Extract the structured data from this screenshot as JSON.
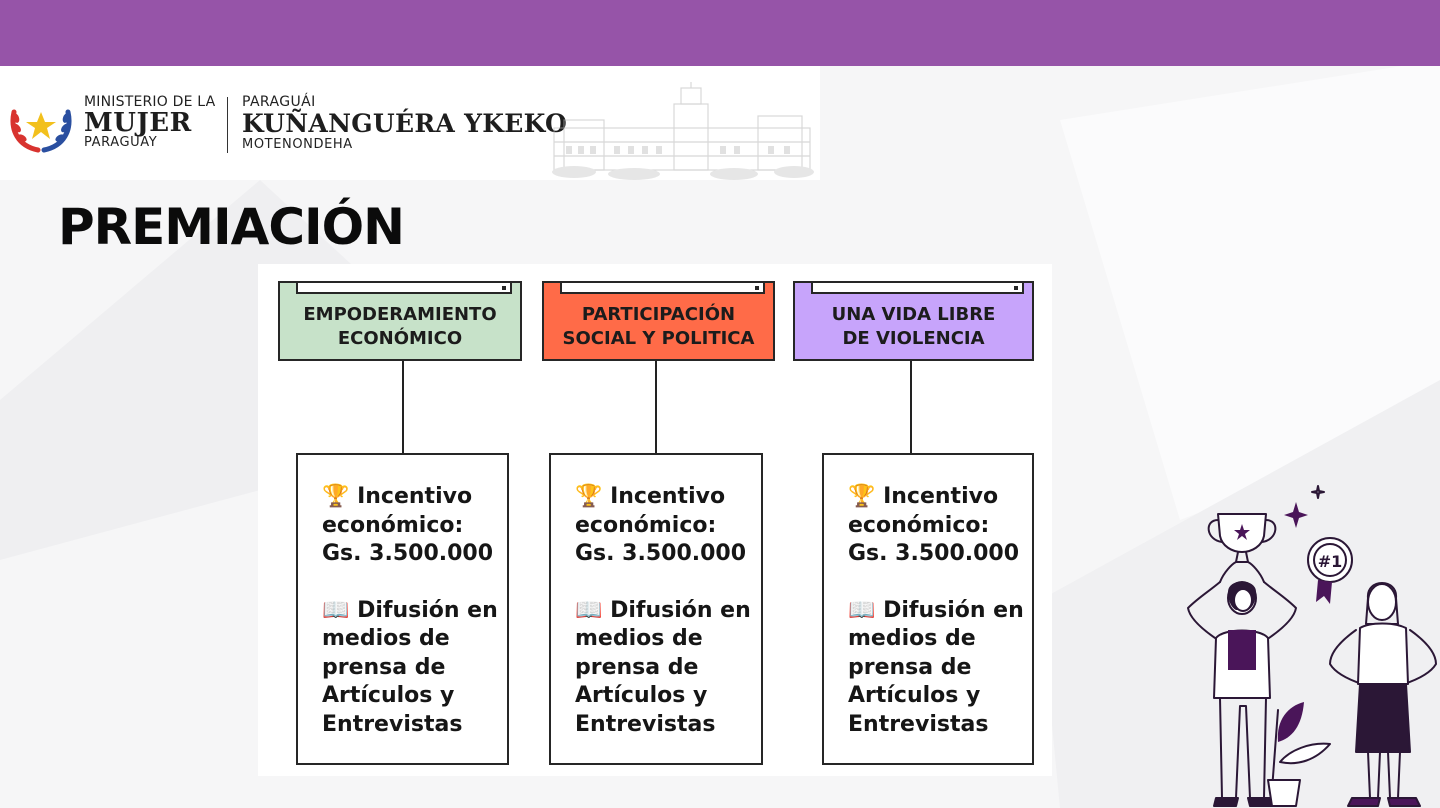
{
  "header": {
    "ministry_line1": "MINISTERIO DE LA",
    "ministry_line2": "MUJER",
    "ministry_line3": "PARAGUAY",
    "guarani_line1": "PARAGUÁI",
    "guarani_line2": "KUÑANGUÉRA YKEKO",
    "guarani_line3": "MOTENONDEHA"
  },
  "title": "PREMIACIÓN",
  "categories": [
    {
      "label": "EMPODERAMIENTO\nECONÓMICO",
      "color": "#c7e2c9",
      "incentive_icon": "🏆",
      "incentive_text": "Incentivo económico: Gs. 3.500.000",
      "diffusion_icon": "📖",
      "diffusion_text": "Difusión en medios de prensa de Artículos y Entrevistas"
    },
    {
      "label": "PARTICIPACIÓN\nSOCIAL Y POLITICA",
      "color": "#ff6b48",
      "incentive_icon": "🏆",
      "incentive_text": "Incentivo económico: Gs. 3.500.000",
      "diffusion_icon": "📖",
      "diffusion_text": "Difusión en medios de prensa de Artículos y Entrevistas"
    },
    {
      "label": "UNA VIDA LIBRE\nDE VIOLENCIA",
      "color": "#c7a4fb",
      "incentive_icon": "🏆",
      "incentive_text": "Incentivo económico: Gs. 3.500.000",
      "diffusion_icon": "📖",
      "diffusion_text": "Difusión en medios de prensa de Artículos y Entrevistas"
    }
  ],
  "illustration": {
    "badge_text": "#1"
  },
  "colors": {
    "top_bar": "#9654a8",
    "accent_purple": "#4a1559"
  }
}
